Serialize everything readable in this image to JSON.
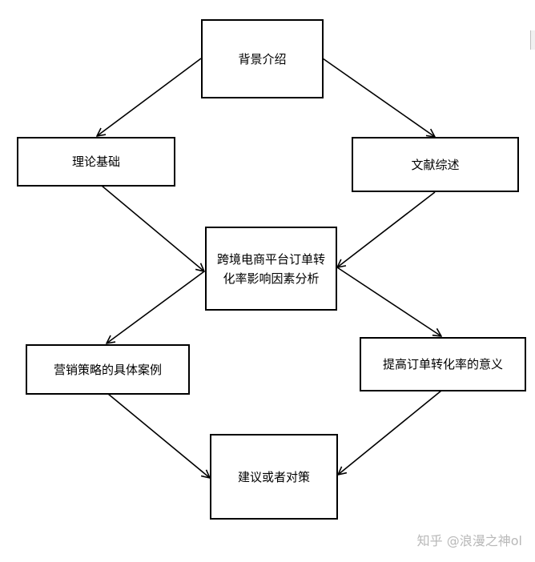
{
  "nodes": {
    "background": "背景介绍",
    "theory": "理论基础",
    "literature": "文献综述",
    "analysis": "跨境电商平台订单转化率影响因素分析",
    "marketing": "营销策略的具体案例",
    "significance": "提高订单转化率的意义",
    "suggestions": "建议或者对策"
  },
  "watermark": "知乎 @浪漫之神ol",
  "colors": {
    "stroke": "#000000",
    "background": "#ffffff",
    "watermark": "#b8b8b8"
  }
}
